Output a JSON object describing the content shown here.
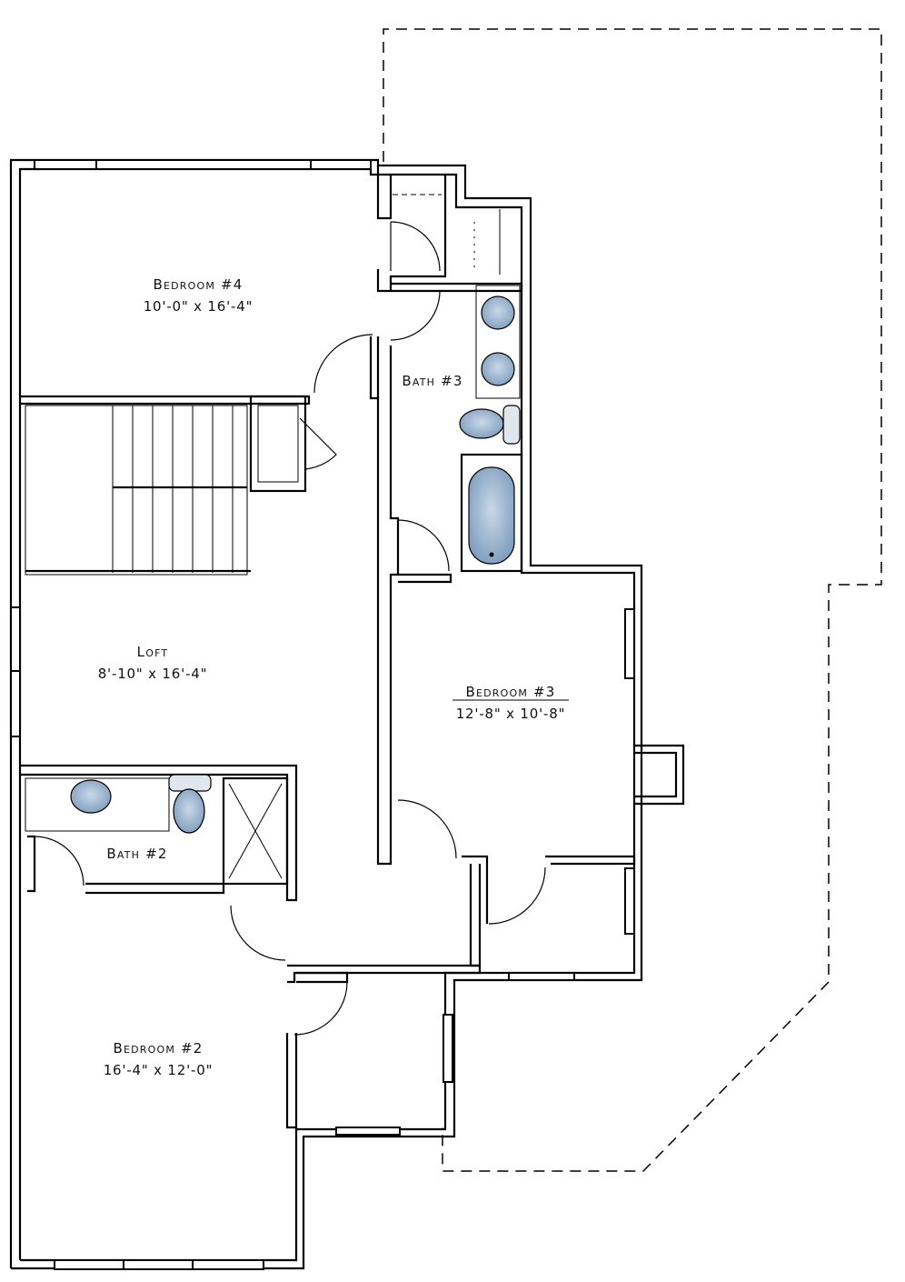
{
  "plan": {
    "rooms": [
      {
        "id": "bedroom4",
        "name": "Bedroom #4",
        "dims": "10'-0\" x 16'-4\""
      },
      {
        "id": "bath3",
        "name": "Bath #3",
        "dims": ""
      },
      {
        "id": "loft",
        "name": "Loft",
        "dims": "8'-10\" x 16'-4\""
      },
      {
        "id": "bedroom3",
        "name": "Bedroom #3",
        "dims": "12'-8\" x 10'-8\""
      },
      {
        "id": "bath2",
        "name": "Bath #2",
        "dims": ""
      },
      {
        "id": "bedroom2",
        "name": "Bedroom #2",
        "dims": "16'-4\" x 12'-0\""
      }
    ]
  },
  "colors": {
    "wall": "#000000",
    "fixture_fill": "#a9bfd6",
    "background": "#ffffff"
  }
}
